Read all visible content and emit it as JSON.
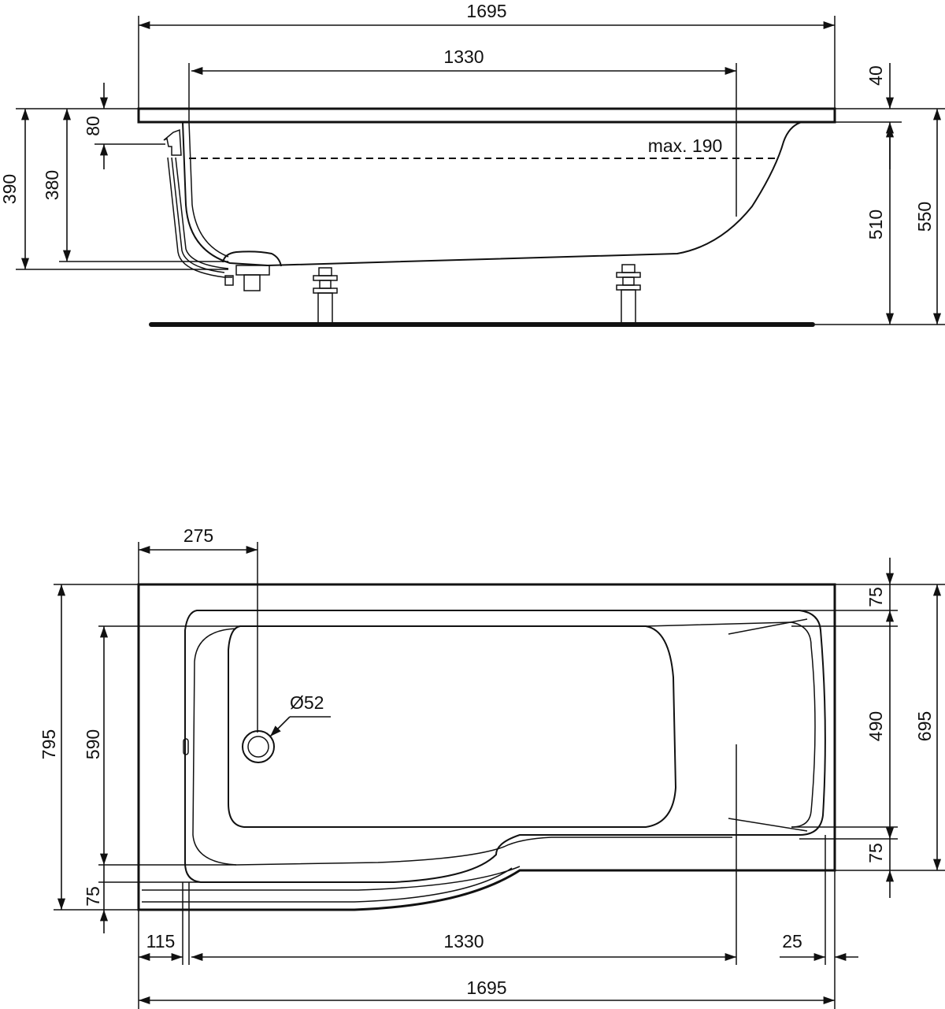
{
  "side_view": {
    "overall_length": "1695",
    "inner_length": "1330",
    "rim_thickness": "40",
    "overall_height": "550",
    "tub_height": "510",
    "height_390": "390",
    "depth_380": "380",
    "overflow_80": "80",
    "max_water": "max. 190"
  },
  "top_view": {
    "drain_offset": "275",
    "overall_width": "795",
    "basin_width": "590",
    "left_rim_bottom": "75",
    "right_rim_top": "75",
    "shower_basin_width": "490",
    "right_rim_bottom": "75",
    "right_width": "695",
    "drain_diameter": "Ø52",
    "left_offset": "115",
    "inner_length": "1330",
    "right_offset": "25",
    "overall_length": "1695"
  },
  "colors": {
    "line": "#111111",
    "background": "#ffffff"
  }
}
